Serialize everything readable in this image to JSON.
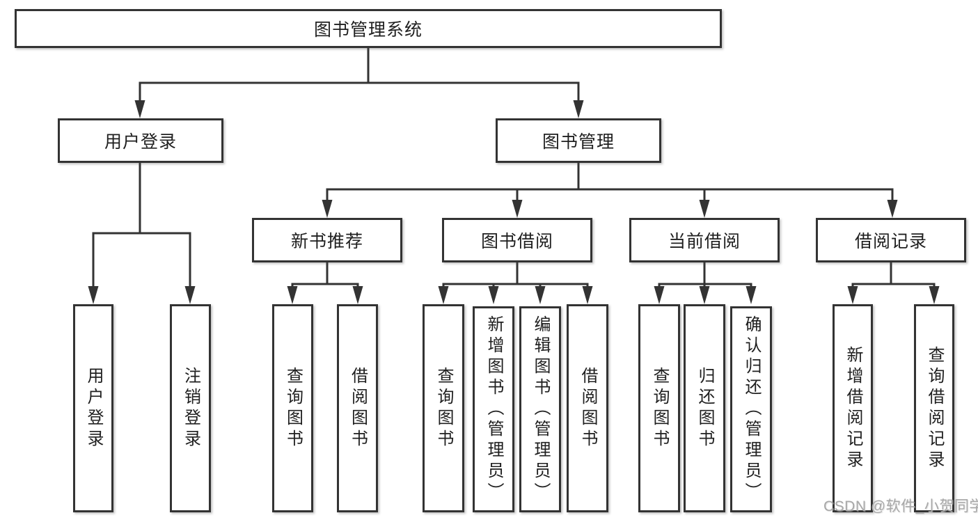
{
  "diagram": {
    "root": {
      "label": "图书管理系统"
    },
    "level1": [
      {
        "label": "用户登录",
        "children": [
          {
            "label": "用户登录"
          },
          {
            "label": "注销登录"
          }
        ]
      },
      {
        "label": "图书管理",
        "children": [
          {
            "label": "新书推荐",
            "children": [
              {
                "label": "查询图书"
              },
              {
                "label": "借阅图书"
              }
            ]
          },
          {
            "label": "图书借阅",
            "children": [
              {
                "label": "查询图书"
              },
              {
                "label": "新增图书（管理员）"
              },
              {
                "label": "编辑图书（管理员）"
              },
              {
                "label": "借阅图书"
              }
            ]
          },
          {
            "label": "当前借阅",
            "children": [
              {
                "label": "查询图书"
              },
              {
                "label": "归还图书"
              },
              {
                "label": "确认归还（管理员）"
              }
            ]
          },
          {
            "label": "借阅记录",
            "children": [
              {
                "label": "新增借阅记录"
              },
              {
                "label": "查询借阅记录"
              }
            ]
          }
        ]
      }
    ],
    "watermark": "CSDN @软件_小贺同学",
    "colors": {
      "line": "#333333",
      "text": "#1f1f1f",
      "box_background": "#ffffff",
      "watermark_text": "#a8a8a8"
    }
  }
}
